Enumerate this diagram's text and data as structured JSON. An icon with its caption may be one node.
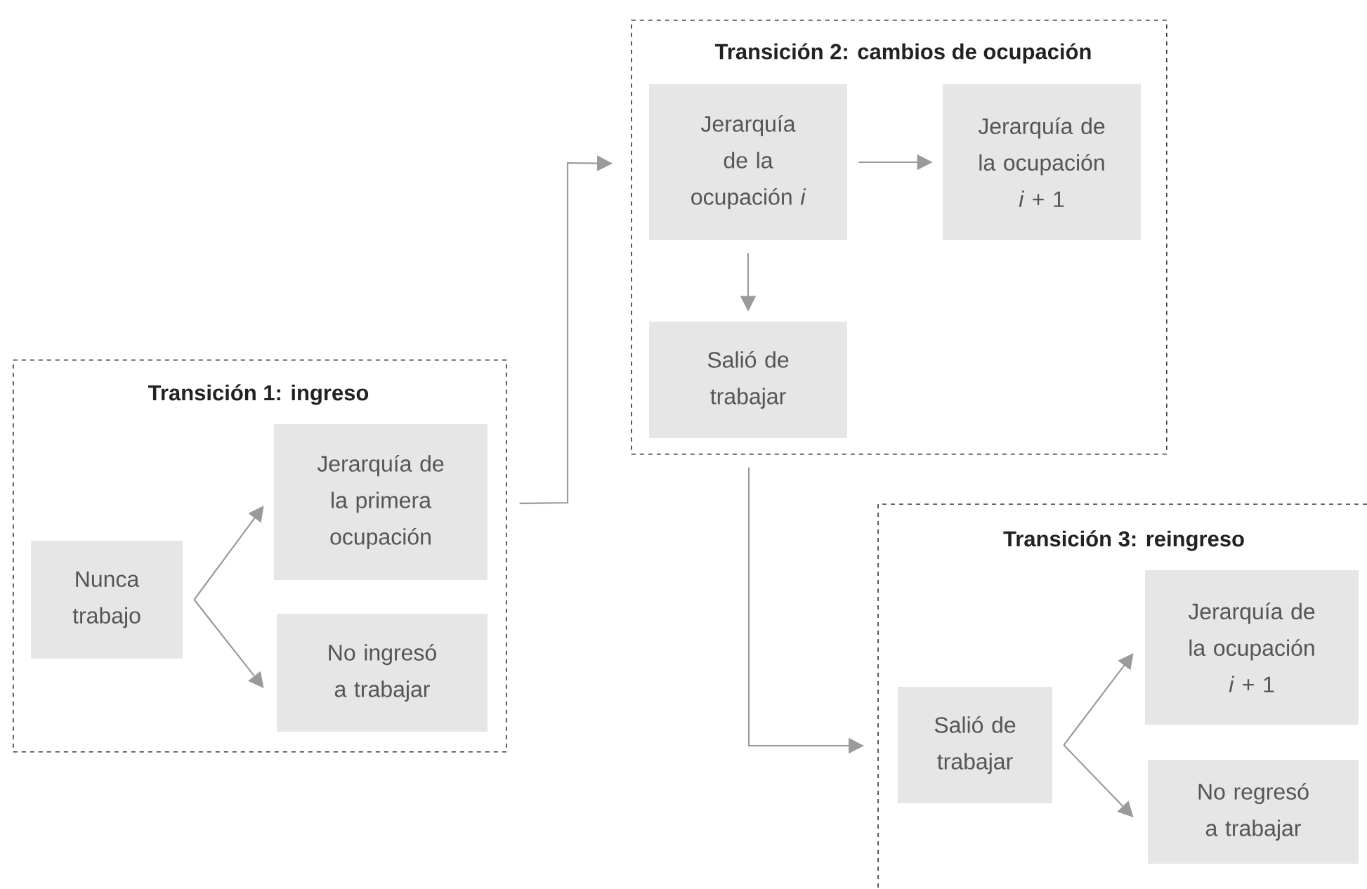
{
  "diagram": {
    "nodes": [
      {
        "text": [
          "Transición 1: ingreso"
        ]
      },
      {
        "text": [
          "Nunca trabajo"
        ],
        "in": 0
      },
      {
        "text": [
          "Jerarquía de la primera ocupación"
        ],
        "in": 0
      },
      {
        "text": [
          "No ingresó a trabajar"
        ],
        "in": 0
      },
      {
        "text": [
          "Transición 2: cambios de ocupación"
        ]
      },
      {
        "text": [
          "Jerarquía de la ocupación *i*"
        ],
        "in": 4
      },
      {
        "text": [
          "Jerarquía de la ocupación *i* + 1"
        ],
        "in": 4
      },
      {
        "text": [
          "Salió de trabajar"
        ],
        "in": 4
      },
      {
        "text": [
          "Transición 3: reingreso"
        ]
      },
      {
        "text": [
          "Salió de trabajar"
        ],
        "in": 8
      },
      {
        "text": [
          "Jerarquía de la ocupación *i* + 1"
        ],
        "in": 8
      },
      {
        "text": [
          "No regresó a trabajar"
        ],
        "in": 8
      }
    ],
    "edges": [
      {
        "from": 1,
        "to": 2,
        "arrow": "to"
      },
      {
        "from": 1,
        "to": 3,
        "arrow": "to"
      },
      {
        "from": 0,
        "to": 4,
        "arrow": "to"
      },
      {
        "from": 5,
        "to": 6,
        "arrow": "to"
      },
      {
        "from": 5,
        "to": 7,
        "arrow": "to"
      },
      {
        "from": 4,
        "to": 8,
        "arrow": "to"
      },
      {
        "from": 9,
        "to": 10,
        "arrow": "to"
      },
      {
        "from": 9,
        "to": 11,
        "arrow": "to"
      }
    ]
  }
}
